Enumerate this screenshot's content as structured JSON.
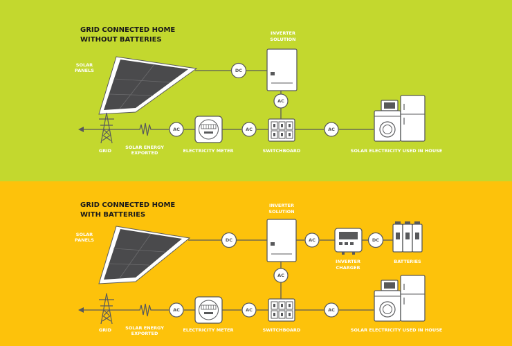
{
  "top": {
    "title_line1": "GRID CONNECTED HOME",
    "title_line2": "WITHOUT BATTERIES",
    "inverter_line1": "INVERTER",
    "inverter_line2": "SOLUTION",
    "solar_line1": "SOLAR",
    "solar_line2": "PANELS",
    "dc": "DC",
    "ac_inverter_switchboard": "AC",
    "ac_switchboard_meter": "AC",
    "ac_meter_grid": "AC",
    "ac_switchboard_house": "AC",
    "grid": "GRID",
    "exported_line1": "SOLAR ENERGY",
    "exported_line2": "EXPORTED",
    "meter": "ELECTRICITY METER",
    "switchboard": "SWITCHBOARD",
    "house": "SOLAR ELECTRICITY USED IN HOUSE"
  },
  "bottom": {
    "title_line1": "GRID CONNECTED HOME",
    "title_line2": "WITH BATTERIES",
    "inverter_line1": "INVERTER",
    "inverter_line2": "SOLUTION",
    "solar_line1": "SOLAR",
    "solar_line2": "PANELS",
    "dc_solar": "DC",
    "ac_inverter_charger": "AC",
    "dc_batteries": "DC",
    "charger_line1": "INVERTER",
    "charger_line2": "CHARGER",
    "batteries": "BATTERIES",
    "ac_inverter_switchboard": "AC",
    "ac_switchboard_meter": "AC",
    "ac_meter_grid": "AC",
    "ac_switchboard_house": "AC",
    "grid": "GRID",
    "exported_line1": "SOLAR ENERGY",
    "exported_line2": "EXPORTED",
    "meter": "ELECTRICITY METER",
    "switchboard": "SWITCHBOARD",
    "house": "SOLAR ELECTRICITY USED IN HOUSE"
  },
  "colors": {
    "top_background": "#c3d82e",
    "bottom_background": "#fdc20b",
    "line": "#58595b",
    "panel": "#4a4a4c"
  }
}
